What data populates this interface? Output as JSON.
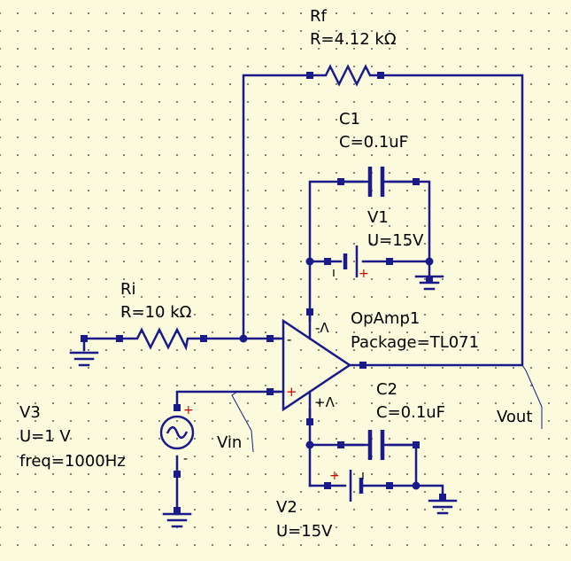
{
  "components": {
    "rf": {
      "name": "Rf",
      "value": "R=4.12 kΩ"
    },
    "c1": {
      "name": "C1",
      "value": "C=0.1uF"
    },
    "v1": {
      "name": "V1",
      "value": "U=15V"
    },
    "ri": {
      "name": "Ri",
      "value": "R=10 kΩ"
    },
    "opamp": {
      "name": "OpAmp1",
      "value": "Package=TL071",
      "pin_neg": "-",
      "pin_pos": "+",
      "supply_neg": "-Λ",
      "supply_pos": "+Λ"
    },
    "c2": {
      "name": "C2",
      "value": "C=0.1uF"
    },
    "v3": {
      "name": "V3",
      "value": "U=1 V",
      "freq": "freq=1000Hz"
    },
    "v2": {
      "name": "V2",
      "value": "U=15V"
    }
  },
  "net_labels": {
    "vin": "Vin",
    "vout": "Vout"
  },
  "colors": {
    "background": "#fbfadc",
    "wire": "#1a1a8a",
    "grid_dot": "#6e6e6e",
    "positive_marker": "#cc0000"
  }
}
